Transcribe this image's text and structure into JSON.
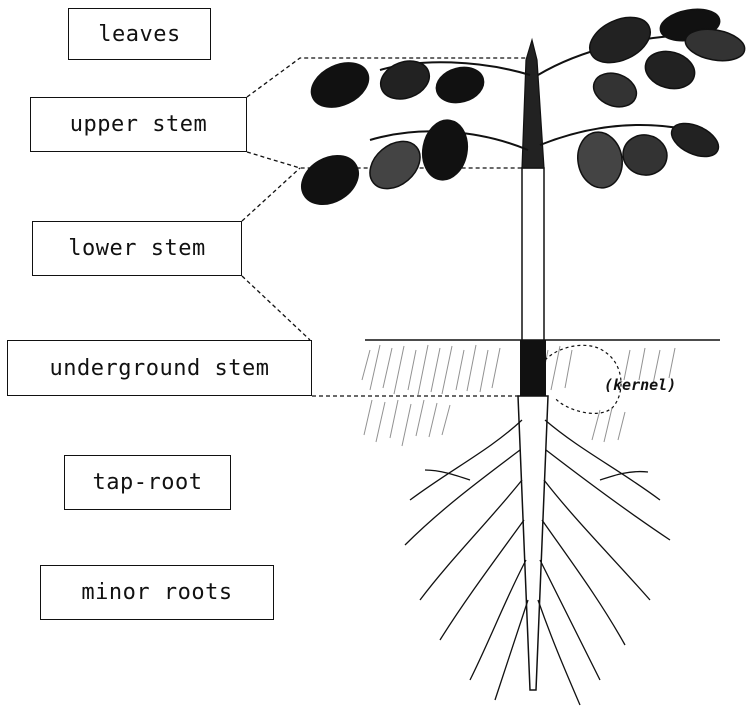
{
  "labels": {
    "leaves": "leaves",
    "upper_stem": "upper stem",
    "lower_stem": "lower stem",
    "underground_stem": "underground stem",
    "tap_root": "tap-root",
    "minor_roots": "minor roots",
    "kernel": "(kernel)"
  },
  "colors": {
    "ink": "#111111",
    "soil_hatch": "#777777",
    "background": "#ffffff"
  }
}
